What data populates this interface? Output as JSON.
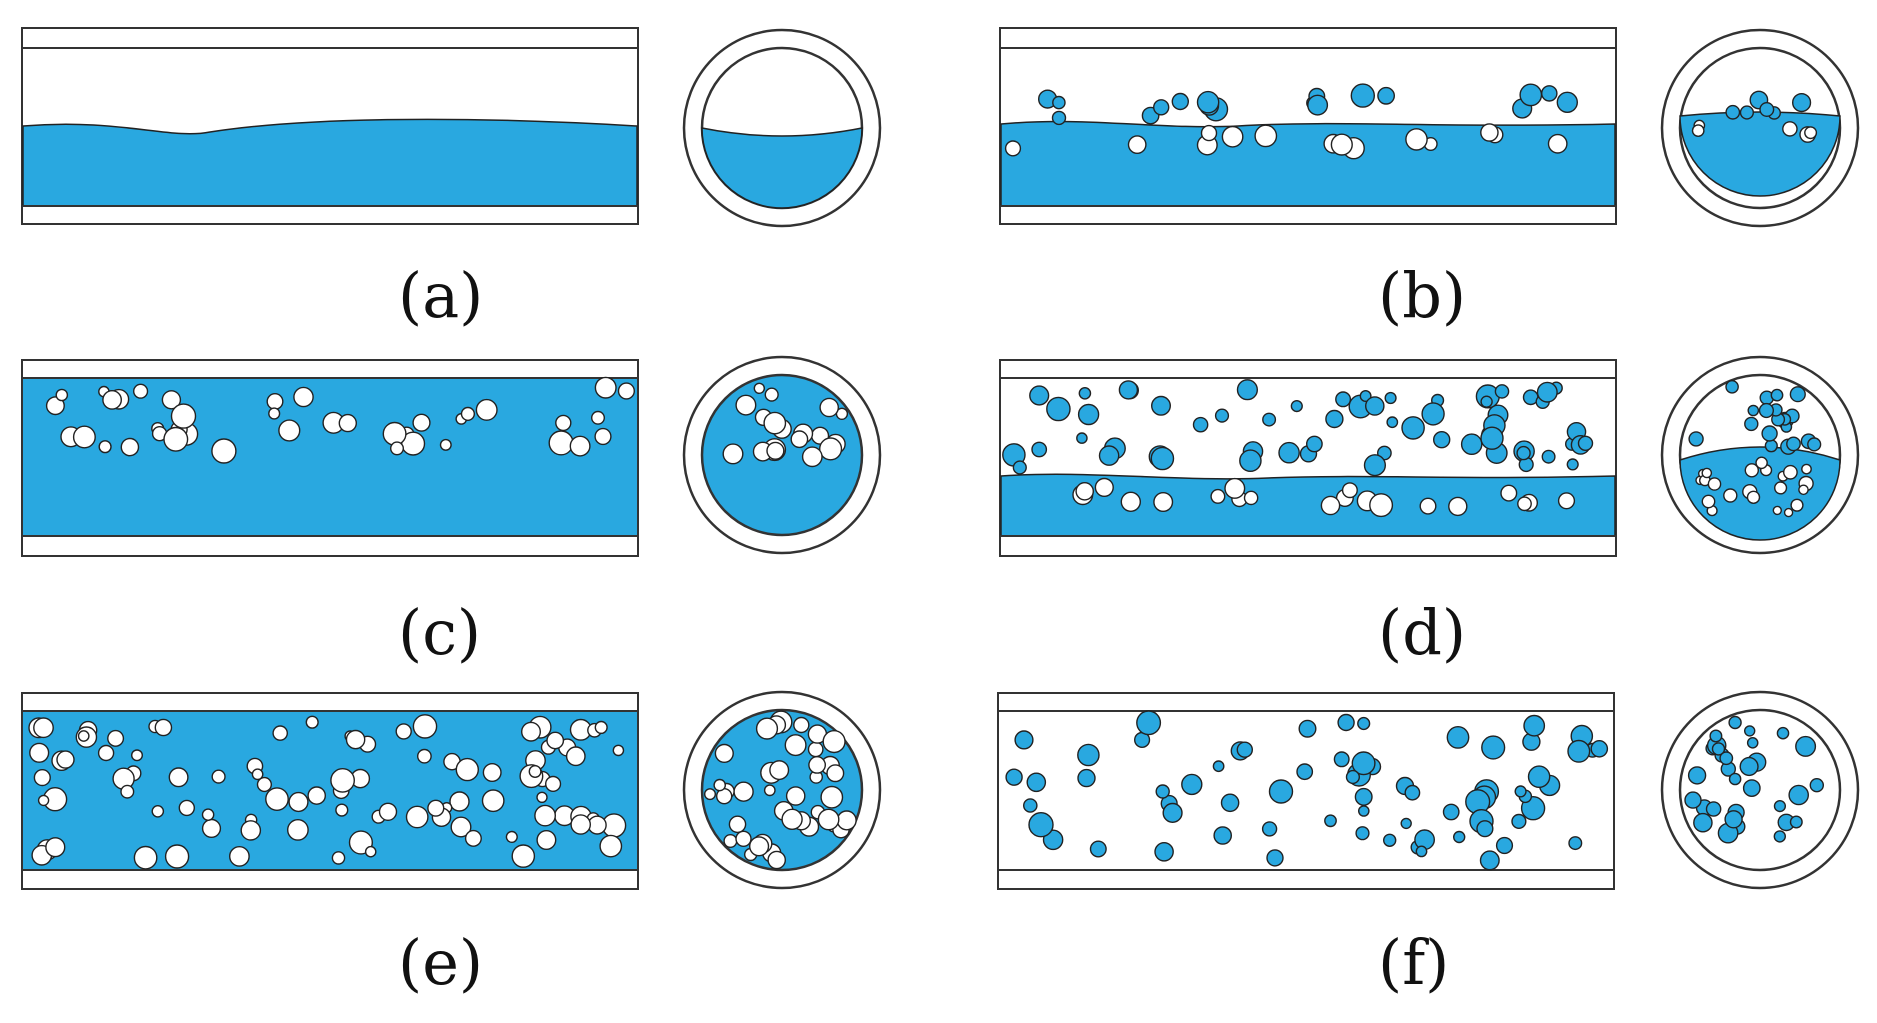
{
  "figure": {
    "colors": {
      "liquid": "#29a8e0",
      "outline": "#222222",
      "gas": "#ffffff"
    },
    "panels": [
      {
        "id": "a",
        "label": "(a)"
      },
      {
        "id": "b",
        "label": "(b)"
      },
      {
        "id": "c",
        "label": "(c)"
      },
      {
        "id": "d",
        "label": "(d)"
      },
      {
        "id": "e",
        "label": "(e)"
      },
      {
        "id": "f",
        "label": "(f)"
      }
    ]
  }
}
